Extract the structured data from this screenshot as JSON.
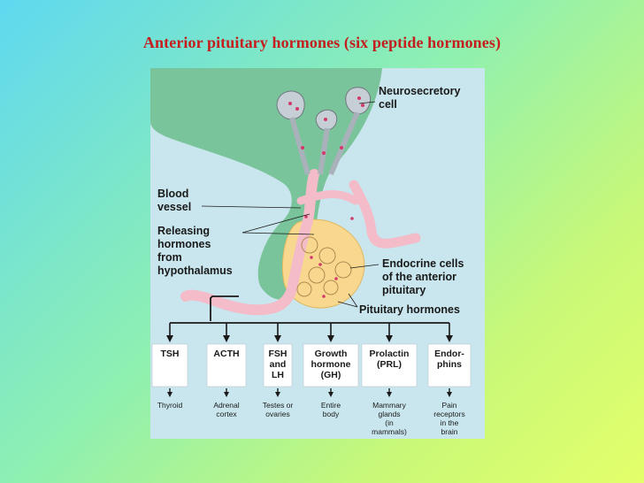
{
  "title": "Anterior pituitary hormones (six peptide hormones)",
  "labels": {
    "neurosecretory": [
      "Neurosecretory",
      "cell"
    ],
    "blood_vessel": [
      "Blood",
      "vessel"
    ],
    "releasing": [
      "Releasing",
      "hormones",
      "from",
      "hypothalamus"
    ],
    "endocrine": [
      "Endocrine cells",
      "of the anterior",
      "pituitary"
    ],
    "pituitary_hormones": "Pituitary hormones"
  },
  "hormones": [
    {
      "name": [
        "TSH"
      ],
      "target": [
        "Thyroid"
      ]
    },
    {
      "name": [
        "ACTH"
      ],
      "target": [
        "Adrenal",
        "cortex"
      ]
    },
    {
      "name": [
        "FSH",
        "and",
        "LH"
      ],
      "target": [
        "Testes or",
        "ovaries"
      ]
    },
    {
      "name": [
        "Growth",
        "hormone",
        "(GH)"
      ],
      "target": [
        "Entire",
        "body"
      ]
    },
    {
      "name": [
        "Prolactin",
        "(PRL)"
      ],
      "target": [
        "Mammary",
        "glands",
        "(in",
        "mammals)"
      ]
    },
    {
      "name": [
        "Endor-",
        "phins"
      ],
      "target": [
        "Pain",
        "receptors",
        "in the",
        "brain"
      ]
    }
  ],
  "colors": {
    "title": "#c41e1e",
    "figure_bg": "#c9e6ee",
    "hypothalamus": "#6cbd8c",
    "vessel": "#f3bcc8",
    "pituitary": "#f8d88e"
  }
}
